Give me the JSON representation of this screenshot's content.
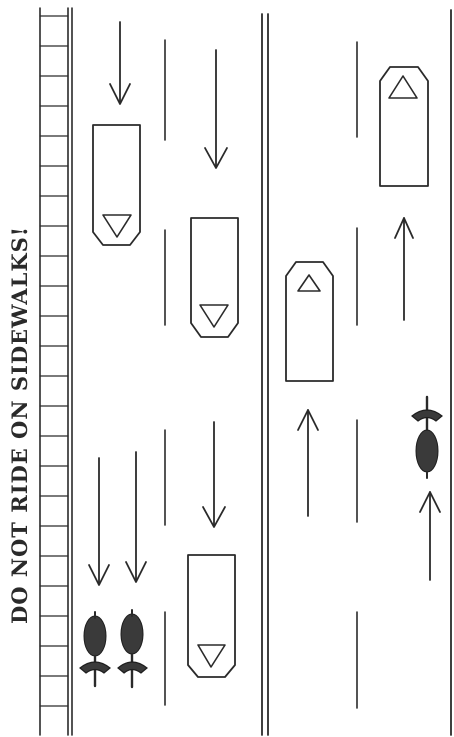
{
  "caption": "DO NOT RIDE ON SIDEWALKS!",
  "lanes": {
    "southbound_count": 2,
    "northbound_count": 2
  },
  "vehicles": [
    {
      "name": "car-southbound-lane1-top",
      "direction": "down"
    },
    {
      "name": "car-southbound-lane2-middle",
      "direction": "down"
    },
    {
      "name": "car-southbound-lane2-bottom",
      "direction": "down"
    },
    {
      "name": "car-northbound-lane3",
      "direction": "up"
    },
    {
      "name": "car-northbound-lane4",
      "direction": "up"
    }
  ],
  "cyclists": [
    {
      "name": "cyclist-southbound-left",
      "direction": "down"
    },
    {
      "name": "cyclist-southbound-right",
      "direction": "down"
    },
    {
      "name": "cyclist-northbound",
      "direction": "up"
    }
  ],
  "colors": {
    "ink": "#2a2a2a",
    "paper": "#ffffff"
  }
}
